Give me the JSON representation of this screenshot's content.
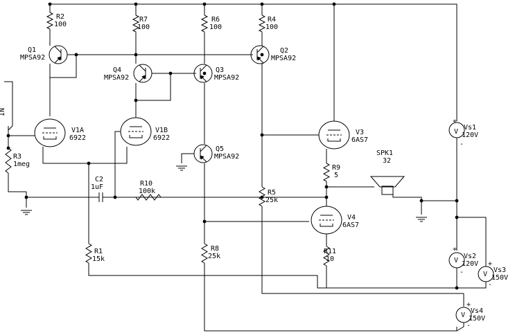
{
  "input": {
    "label": "IN"
  },
  "resistors": {
    "R2": {
      "ref": "R2",
      "value": "100"
    },
    "R7": {
      "ref": "R7",
      "value": "100"
    },
    "R6": {
      "ref": "R6",
      "value": "100"
    },
    "R4": {
      "ref": "R4",
      "value": "100"
    },
    "R3": {
      "ref": "R3",
      "value": "1meg"
    },
    "R10": {
      "ref": "R10",
      "value": "100k"
    },
    "R9": {
      "ref": "R9",
      "value": "5"
    },
    "R5": {
      "ref": "R5",
      "value": "25k"
    },
    "R1": {
      "ref": "R1",
      "value": "15k"
    },
    "R8": {
      "ref": "R8",
      "value": "25k"
    },
    "R11": {
      "ref": "R11",
      "value": "10"
    }
  },
  "transistors": {
    "Q1": {
      "ref": "Q1",
      "part": "MPSA92"
    },
    "Q2": {
      "ref": "Q2",
      "part": "MPSA92"
    },
    "Q3": {
      "ref": "Q3",
      "part": "MPSA92"
    },
    "Q4": {
      "ref": "Q4",
      "part": "MPSA92"
    },
    "Q5": {
      "ref": "Q5",
      "part": "MPSA92"
    }
  },
  "tubes": {
    "V1A": {
      "ref": "V1A",
      "part": "6922"
    },
    "V1B": {
      "ref": "V1B",
      "part": "6922"
    },
    "V3": {
      "ref": "V3",
      "part": "6AS7"
    },
    "V4": {
      "ref": "V4",
      "part": "6AS7"
    }
  },
  "capacitor": {
    "ref": "C2",
    "value": "1uF"
  },
  "speaker": {
    "ref": "SPK1",
    "value": "32"
  },
  "sources": {
    "Vs1": {
      "ref": "Vs1",
      "value": "120V"
    },
    "Vs2": {
      "ref": "Vs2",
      "value": "120V"
    },
    "Vs3": {
      "ref": "Vs3",
      "value": "150V"
    },
    "Vs4": {
      "ref": "Vs4",
      "value": "150V"
    }
  },
  "symbols": {
    "voltmeter_glyph": "V",
    "plus": "+",
    "minus": "-"
  }
}
